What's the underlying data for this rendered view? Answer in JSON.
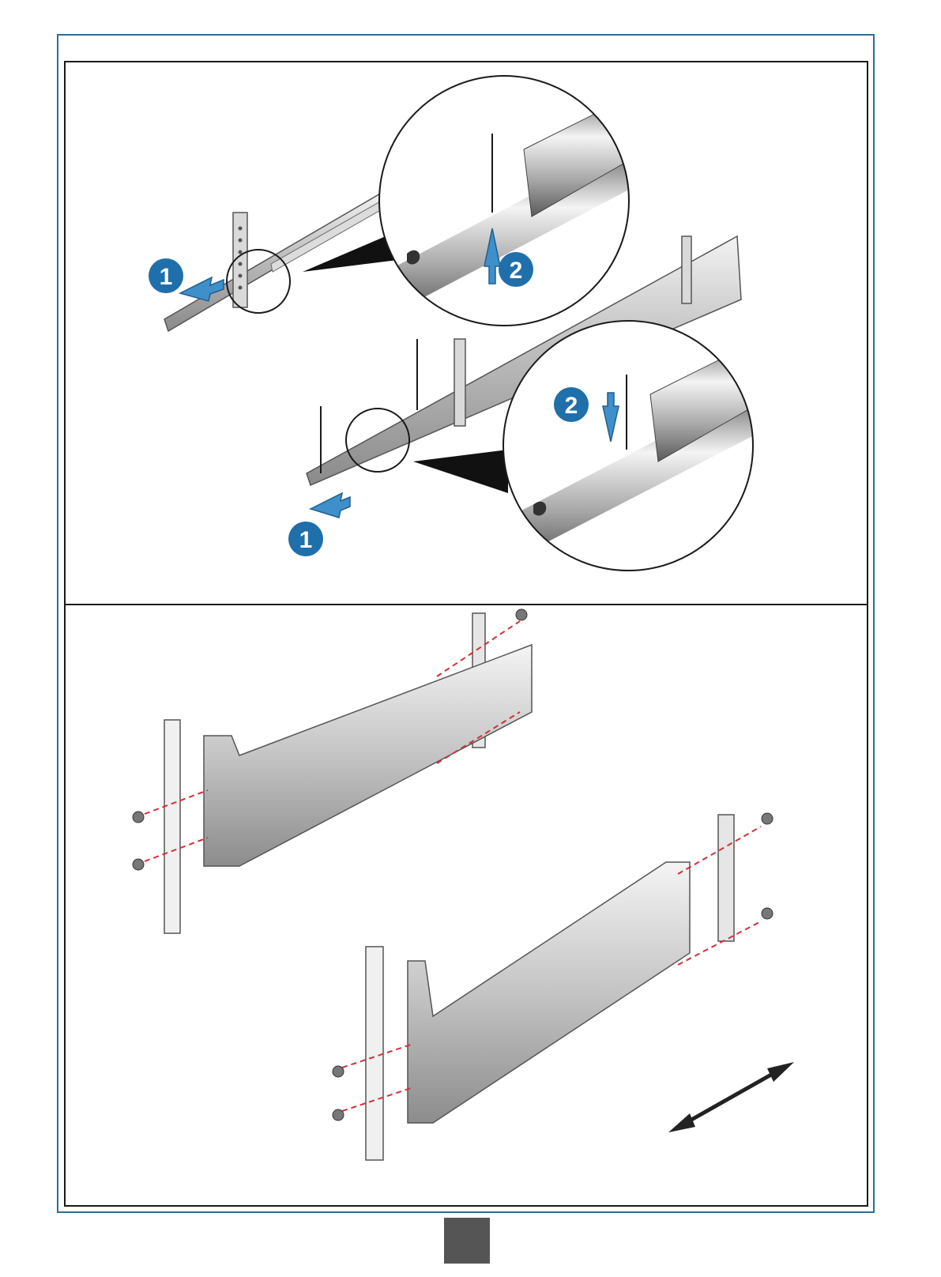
{
  "figure": {
    "top_panel": {
      "callouts": [
        {
          "number": "1"
        },
        {
          "number": "2"
        },
        {
          "number": "2"
        },
        {
          "number": "1"
        }
      ]
    },
    "bottom_panel": {},
    "colors": {
      "frame_blue": "#2a6f96",
      "callout_blue": "#1f6fab",
      "arrow_blue": "#3f8fca",
      "guide_red": "#d32f3a",
      "rail_gray": "#c8c8c8"
    },
    "icons": [
      "step-callout-icon",
      "direction-arrow-icon",
      "screw-icon",
      "double-arrow-icon"
    ]
  },
  "footer": {
    "page_marker_color": "#555555"
  }
}
